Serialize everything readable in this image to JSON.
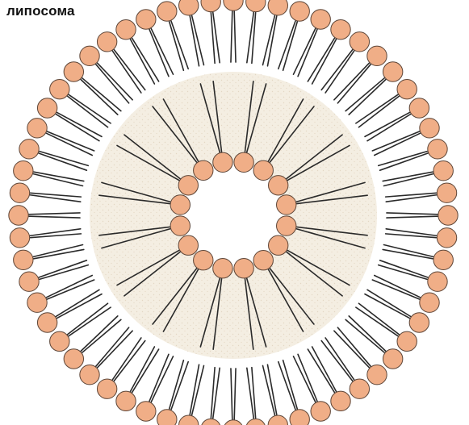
{
  "title": "липосома",
  "colors": {
    "head_fill": "#F0AE87",
    "head_stroke": "#5E4638",
    "tail": "#2A2A2A",
    "speckle_fill": "#F4EEE2",
    "core": "#FFFFFF",
    "background": "#FFFFFF"
  },
  "structure": {
    "outer_leaflet_heads": 60,
    "inner_leaflet_heads": 16,
    "tail_strands_per_lipid": 2
  }
}
